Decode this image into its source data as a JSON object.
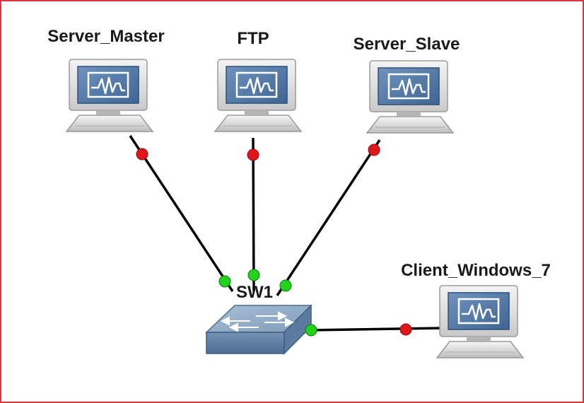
{
  "diagram": {
    "border_color": "#d9363e",
    "link_color": "#000000",
    "port_down_color": "#e0161b",
    "port_up_color": "#1fd41a",
    "hosts": [
      {
        "id": "server-master",
        "label": "Server_Master",
        "icon": "computer-icon",
        "port_state": "down"
      },
      {
        "id": "ftp",
        "label": "FTP",
        "icon": "computer-icon",
        "port_state": "down"
      },
      {
        "id": "server-slave",
        "label": "Server_Slave",
        "icon": "computer-icon",
        "port_state": "down"
      },
      {
        "id": "client-windows-7",
        "label": "Client_Windows_7",
        "icon": "computer-icon",
        "port_state": "down"
      }
    ],
    "switch": {
      "id": "sw1",
      "label": "SW1",
      "icon": "switch-icon",
      "port_state": "up"
    }
  }
}
